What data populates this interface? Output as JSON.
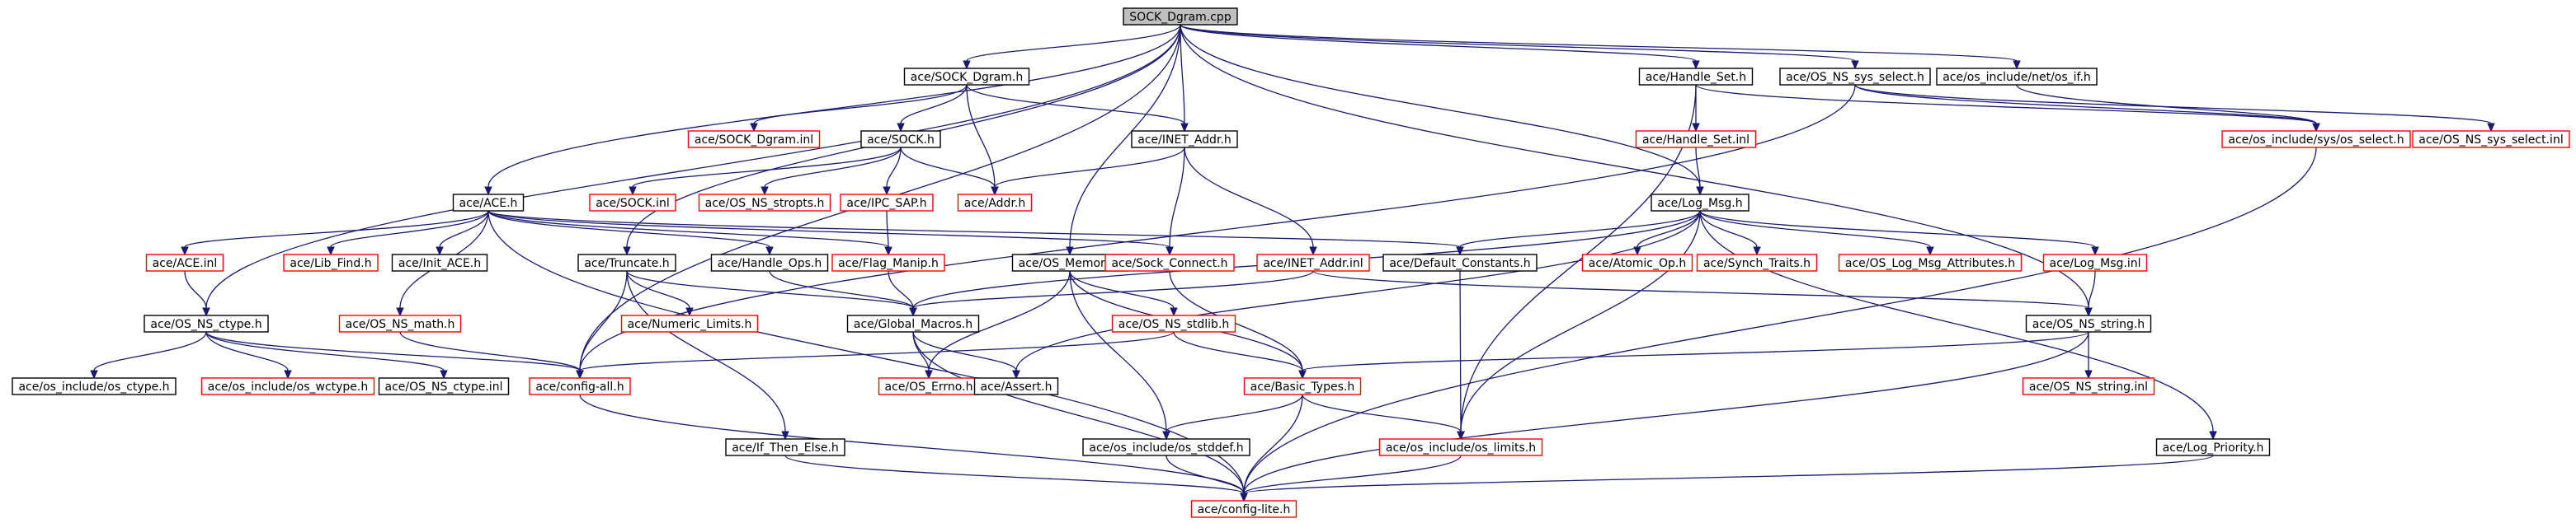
{
  "colors": {
    "edge": "#191970",
    "border_documented": "#000000",
    "border_undocumented": "#ff0000",
    "root_fill": "#bfbfbf",
    "fill": "#ffffff",
    "text": "#000000"
  },
  "nodes": [
    {
      "id": "root",
      "label": "SOCK_Dgram.cpp",
      "root": true
    },
    {
      "id": "sock_dgram_h",
      "label": "ace/SOCK_Dgram.h"
    },
    {
      "id": "handle_set_h",
      "label": "ace/Handle_Set.h"
    },
    {
      "id": "os_ns_sys_select_h",
      "label": "ace/OS_NS_sys_select.h"
    },
    {
      "id": "os_include_net_if_h",
      "label": "ace/os_include/net/os_if.h"
    },
    {
      "id": "sock_dgram_inl",
      "label": "ace/SOCK_Dgram.inl",
      "red": true
    },
    {
      "id": "sock_h",
      "label": "ace/SOCK.h"
    },
    {
      "id": "inet_addr_h",
      "label": "ace/INET_Addr.h"
    },
    {
      "id": "handle_set_inl",
      "label": "ace/Handle_Set.inl",
      "red": true
    },
    {
      "id": "os_include_sys_select_h",
      "label": "ace/os_include/sys/os_select.h",
      "red": true
    },
    {
      "id": "os_ns_sys_select_inl",
      "label": "ace/OS_NS_sys_select.inl",
      "red": true
    },
    {
      "id": "ace_h",
      "label": "ace/ACE.h"
    },
    {
      "id": "sock_inl",
      "label": "ace/SOCK.inl",
      "red": true
    },
    {
      "id": "os_ns_stropts_h",
      "label": "ace/OS_NS_stropts.h",
      "red": true
    },
    {
      "id": "ipc_sap_h",
      "label": "ace/IPC_SAP.h",
      "red": true
    },
    {
      "id": "addr_h",
      "label": "ace/Addr.h",
      "red": true
    },
    {
      "id": "log_msg_h",
      "label": "ace/Log_Msg.h"
    },
    {
      "id": "ace_inl",
      "label": "ace/ACE.inl",
      "red": true
    },
    {
      "id": "lib_find_h",
      "label": "ace/Lib_Find.h",
      "red": true
    },
    {
      "id": "init_ace_h",
      "label": "ace/Init_ACE.h"
    },
    {
      "id": "truncate_h",
      "label": "ace/Truncate.h"
    },
    {
      "id": "handle_ops_h",
      "label": "ace/Handle_Ops.h"
    },
    {
      "id": "flag_manip_h",
      "label": "ace/Flag_Manip.h",
      "red": true
    },
    {
      "id": "os_memory_h",
      "label": "ace/OS_Memory.h"
    },
    {
      "id": "sock_connect_h",
      "label": "ace/Sock_Connect.h",
      "red": true
    },
    {
      "id": "inet_addr_inl",
      "label": "ace/INET_Addr.inl",
      "red": true
    },
    {
      "id": "default_constants_h",
      "label": "ace/Default_Constants.h"
    },
    {
      "id": "atomic_op_h",
      "label": "ace/Atomic_Op.h",
      "red": true
    },
    {
      "id": "synch_traits_h",
      "label": "ace/Synch_Traits.h",
      "red": true
    },
    {
      "id": "os_log_msg_attributes_h",
      "label": "ace/OS_Log_Msg_Attributes.h",
      "red": true
    },
    {
      "id": "log_msg_inl",
      "label": "ace/Log_Msg.inl",
      "red": true
    },
    {
      "id": "os_ns_math_h",
      "label": "ace/OS_NS_math.h",
      "red": true
    },
    {
      "id": "numeric_limits_h",
      "label": "ace/Numeric_Limits.h",
      "red": true
    },
    {
      "id": "os_ns_stdlib_h",
      "label": "ace/OS_NS_stdlib.h",
      "red": true
    },
    {
      "id": "os_ns_ctype_h",
      "label": "ace/OS_NS_ctype.h"
    },
    {
      "id": "global_macros_h",
      "label": "ace/Global_Macros.h"
    },
    {
      "id": "os_ns_string_h",
      "label": "ace/OS_NS_string.h"
    },
    {
      "id": "os_include_os_ctype_h",
      "label": "ace/os_include/os_ctype.h"
    },
    {
      "id": "os_include_os_wctype_h",
      "label": "ace/os_include/os_wctype.h",
      "red": true
    },
    {
      "id": "os_ns_ctype_inl",
      "label": "ace/OS_NS_ctype.inl"
    },
    {
      "id": "config_all_h",
      "label": "ace/config-all.h",
      "red": true
    },
    {
      "id": "os_errno_h",
      "label": "ace/OS_Errno.h",
      "red": true
    },
    {
      "id": "assert_h",
      "label": "ace/Assert.h"
    },
    {
      "id": "basic_types_h",
      "label": "ace/Basic_Types.h",
      "red": true
    },
    {
      "id": "os_ns_string_inl",
      "label": "ace/OS_NS_string.inl",
      "red": true
    },
    {
      "id": "if_then_else_h",
      "label": "ace/If_Then_Else.h"
    },
    {
      "id": "os_include_os_stddef_h",
      "label": "ace/os_include/os_stddef.h"
    },
    {
      "id": "os_include_os_limits_h",
      "label": "ace/os_include/os_limits.h",
      "red": true
    },
    {
      "id": "log_priority_h",
      "label": "ace/Log_Priority.h"
    },
    {
      "id": "config_lite_h",
      "label": "ace/config-lite.h",
      "red": true
    }
  ],
  "edges": [
    [
      "root",
      "sock_dgram_h"
    ],
    [
      "root",
      "handle_set_h"
    ],
    [
      "root",
      "os_ns_sys_select_h"
    ],
    [
      "root",
      "os_include_net_if_h"
    ],
    [
      "root",
      "ace_h"
    ],
    [
      "root",
      "os_ns_ctype_h"
    ],
    [
      "root",
      "inet_addr_h"
    ],
    [
      "root",
      "log_msg_h"
    ],
    [
      "root",
      "os_memory_h"
    ],
    [
      "root",
      "config_all_h"
    ],
    [
      "root",
      "truncate_h"
    ],
    [
      "root",
      "os_ns_string_h"
    ],
    [
      "sock_dgram_h",
      "sock_dgram_inl"
    ],
    [
      "sock_dgram_h",
      "sock_h"
    ],
    [
      "sock_dgram_h",
      "inet_addr_h"
    ],
    [
      "sock_dgram_h",
      "addr_h"
    ],
    [
      "sock_h",
      "sock_inl"
    ],
    [
      "sock_h",
      "os_ns_stropts_h"
    ],
    [
      "sock_h",
      "ipc_sap_h"
    ],
    [
      "sock_h",
      "addr_h"
    ],
    [
      "ipc_sap_h",
      "flag_manip_h"
    ],
    [
      "inet_addr_h",
      "addr_h"
    ],
    [
      "inet_addr_h",
      "inet_addr_inl"
    ],
    [
      "inet_addr_h",
      "sock_connect_h"
    ],
    [
      "handle_set_h",
      "handle_set_inl"
    ],
    [
      "handle_set_h",
      "os_include_sys_select_h"
    ],
    [
      "handle_set_h",
      "os_include_os_limits_h"
    ],
    [
      "handle_set_inl",
      "log_msg_h"
    ],
    [
      "os_ns_sys_select_h",
      "os_include_sys_select_h"
    ],
    [
      "os_ns_sys_select_h",
      "os_ns_sys_select_inl"
    ],
    [
      "os_ns_sys_select_h",
      "config_all_h"
    ],
    [
      "os_include_net_if_h",
      "os_include_sys_select_h"
    ],
    [
      "os_include_sys_select_h",
      "config_lite_h"
    ],
    [
      "ace_h",
      "ace_inl"
    ],
    [
      "ace_h",
      "lib_find_h"
    ],
    [
      "ace_h",
      "init_ace_h"
    ],
    [
      "ace_h",
      "os_ns_math_h"
    ],
    [
      "ace_h",
      "handle_ops_h"
    ],
    [
      "ace_h",
      "flag_manip_h"
    ],
    [
      "ace_h",
      "sock_connect_h"
    ],
    [
      "ace_h",
      "default_constants_h"
    ],
    [
      "ace_h",
      "config_lite_h"
    ],
    [
      "ace_inl",
      "os_ns_ctype_h"
    ],
    [
      "os_ns_math_h",
      "config_all_h"
    ],
    [
      "log_msg_h",
      "default_constants_h"
    ],
    [
      "log_msg_h",
      "atomic_op_h"
    ],
    [
      "log_msg_h",
      "synch_traits_h"
    ],
    [
      "log_msg_h",
      "os_log_msg_attributes_h"
    ],
    [
      "log_msg_h",
      "log_msg_inl"
    ],
    [
      "log_msg_h",
      "log_priority_h"
    ],
    [
      "log_msg_h",
      "assert_h"
    ],
    [
      "log_msg_h",
      "global_macros_h"
    ],
    [
      "log_msg_h",
      "os_include_os_limits_h"
    ],
    [
      "log_msg_inl",
      "os_ns_string_h"
    ],
    [
      "truncate_h",
      "numeric_limits_h"
    ],
    [
      "truncate_h",
      "global_macros_h"
    ],
    [
      "truncate_h",
      "if_then_else_h"
    ],
    [
      "truncate_h",
      "config_all_h"
    ],
    [
      "handle_ops_h",
      "global_macros_h"
    ],
    [
      "flag_manip_h",
      "global_macros_h"
    ],
    [
      "os_memory_h",
      "os_ns_stdlib_h"
    ],
    [
      "os_memory_h",
      "os_errno_h"
    ],
    [
      "os_memory_h",
      "basic_types_h"
    ],
    [
      "os_memory_h",
      "os_include_os_stddef_h"
    ],
    [
      "sock_connect_h",
      "basic_types_h"
    ],
    [
      "inet_addr_inl",
      "global_macros_h"
    ],
    [
      "inet_addr_inl",
      "os_ns_string_h"
    ],
    [
      "default_constants_h",
      "os_include_os_limits_h"
    ],
    [
      "os_ns_stdlib_h",
      "config_all_h"
    ],
    [
      "os_ns_stdlib_h",
      "basic_types_h"
    ],
    [
      "global_macros_h",
      "assert_h"
    ],
    [
      "global_macros_h",
      "os_errno_h"
    ],
    [
      "global_macros_h",
      "config_lite_h"
    ],
    [
      "os_ns_ctype_h",
      "os_include_os_ctype_h"
    ],
    [
      "os_ns_ctype_h",
      "os_include_os_wctype_h"
    ],
    [
      "os_ns_ctype_h",
      "os_ns_ctype_inl"
    ],
    [
      "os_ns_ctype_h",
      "config_all_h"
    ],
    [
      "os_ns_string_h",
      "basic_types_h"
    ],
    [
      "os_ns_string_h",
      "os_ns_string_inl"
    ],
    [
      "os_ns_string_h",
      "config_lite_h"
    ],
    [
      "config_all_h",
      "config_lite_h"
    ],
    [
      "basic_types_h",
      "os_include_os_stddef_h"
    ],
    [
      "basic_types_h",
      "os_include_os_limits_h"
    ],
    [
      "basic_types_h",
      "config_lite_h"
    ],
    [
      "if_then_else_h",
      "config_lite_h"
    ],
    [
      "os_include_os_stddef_h",
      "config_lite_h"
    ],
    [
      "os_include_os_limits_h",
      "config_lite_h"
    ],
    [
      "log_priority_h",
      "config_lite_h"
    ]
  ]
}
